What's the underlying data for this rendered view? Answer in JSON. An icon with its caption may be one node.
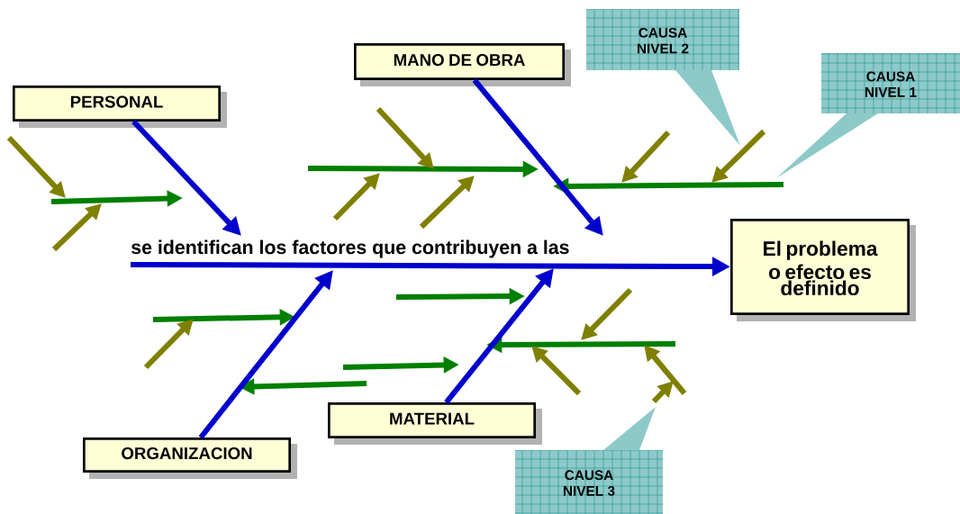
{
  "diagram": {
    "nodes": [
      {
        "text": [
          "PERSONAL"
        ]
      },
      {
        "text": [
          "MANO DE OBRA"
        ]
      },
      {
        "text": [
          "CAUSA NIVEL 2"
        ]
      },
      {
        "text": [
          "CAUSA NIVEL 1"
        ]
      },
      {
        "text": [
          "El problema o efecto es definido"
        ]
      },
      {
        "text": [
          "ORGANIZACION"
        ]
      },
      {
        "text": [
          "MATERIAL"
        ]
      },
      {
        "text": [
          "CAUSA NIVEL 3"
        ]
      }
    ],
    "edges": [
      {
        "from": null,
        "to": 4,
        "arrow": "to",
        "label": "se identifican los factores que contribuyen a las"
      },
      {
        "from": 0,
        "to": null,
        "arrow": "to"
      },
      {
        "from": 1,
        "to": null,
        "arrow": "to"
      },
      {
        "from": 5,
        "to": null,
        "arrow": "to"
      },
      {
        "from": 6,
        "to": null,
        "arrow": "to"
      }
    ]
  }
}
